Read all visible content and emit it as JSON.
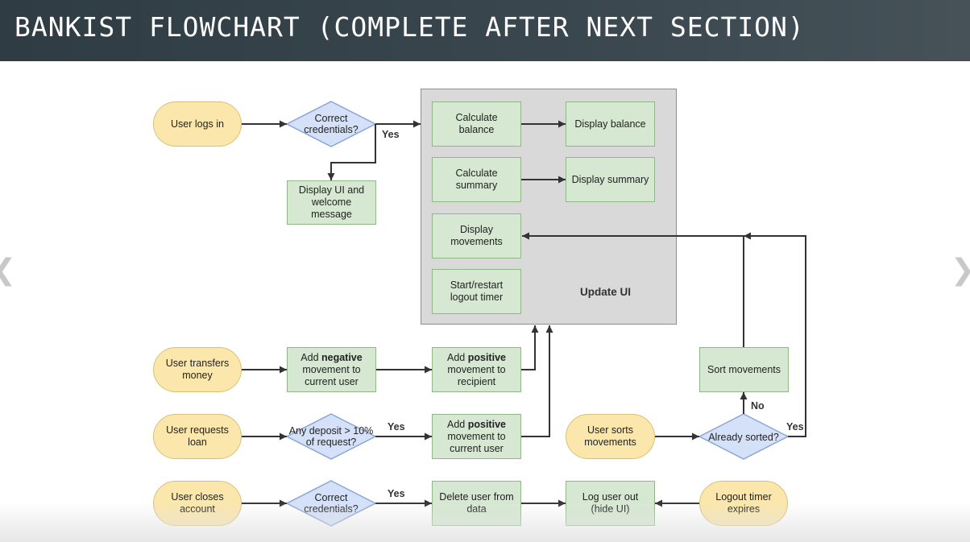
{
  "header": {
    "title": "BANKIST FLOWCHART (COMPLETE AFTER NEXT SECTION)"
  },
  "group": {
    "label": "Update UI"
  },
  "nodes": {
    "user_logs_in": "User logs in",
    "correct_credentials_login": "Correct credentials?",
    "display_ui_welcome": "Display UI and welcome message",
    "calculate_balance": "Calculate balance",
    "display_balance": "Display balance",
    "calculate_summary": "Calculate summary",
    "display_summary": "Display summary",
    "display_movements": "Display movements",
    "start_restart_timer": "Start/restart logout timer",
    "user_transfers_money": "User transfers money",
    "add_negative_pre": "Add ",
    "add_negative_bold": "negative",
    "add_negative_post": " movement to current user",
    "add_positive_recipient_pre": "Add ",
    "add_positive_recipient_bold": "positive",
    "add_positive_recipient_post": " movement to recipient",
    "user_requests_loan": "User requests loan",
    "any_deposit": "Any deposit > 10% of request?",
    "add_positive_current_pre": "Add ",
    "add_positive_current_bold": "positive",
    "add_positive_current_post": " movement to current user",
    "user_sorts_movements": "User sorts movements",
    "already_sorted": "Already sorted?",
    "sort_movements": "Sort movements",
    "user_closes_account": "User closes account",
    "correct_credentials_close": "Correct credentials?",
    "delete_user": "Delete user from data",
    "log_user_out": "Log user out (hide UI)",
    "logout_timer_expires": "Logout timer expires"
  },
  "edge_labels": {
    "login_yes": "Yes",
    "loan_yes": "Yes",
    "close_yes": "Yes",
    "sorted_yes": "Yes",
    "sorted_no": "No"
  },
  "nav": {
    "prev_icon": "chevron-left-icon",
    "next_icon": "chevron-right-icon",
    "prev_glyph": "❮",
    "next_glyph": "❯"
  },
  "colors": {
    "header_bg": "#36434b",
    "terminal_fill": "#fbe7ab",
    "process_fill": "#d6e8d2",
    "decision_fill": "#d4e1f9",
    "group_fill": "#d9d9d9",
    "arrow": "#333333"
  }
}
